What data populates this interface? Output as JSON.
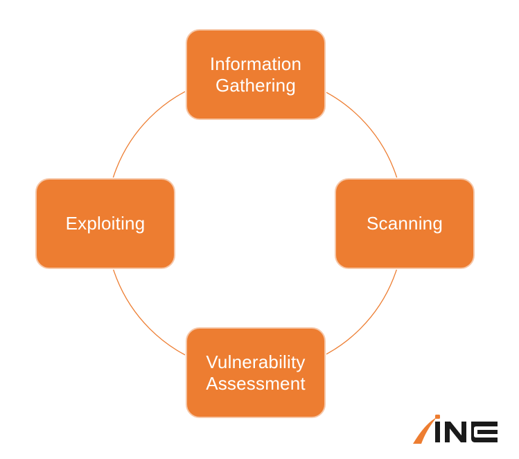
{
  "diagram": {
    "nodes": [
      {
        "id": "top",
        "label": "Information\nGathering"
      },
      {
        "id": "right",
        "label": "Scanning"
      },
      {
        "id": "bottom",
        "label": "Vulnerability\nAssessment"
      },
      {
        "id": "left",
        "label": "Exploiting"
      }
    ],
    "colors": {
      "node_fill": "#ED7D31",
      "node_border": "#F6C7A8",
      "ring": "#ED7D31",
      "text": "#FFFFFF"
    }
  },
  "logo": {
    "text": "INE",
    "accent": "#ED7D31",
    "text_color": "#1A1A1A"
  }
}
